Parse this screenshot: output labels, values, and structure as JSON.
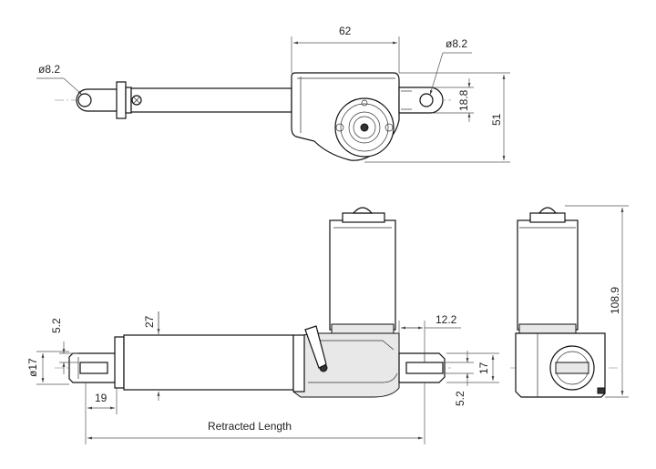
{
  "top_view": {
    "dims": {
      "overall_length_label": "62",
      "rear_hole_label": "ø8.2",
      "front_hole_label": "ø8.2",
      "clevis_height_label": "18.8",
      "total_height_label": "51"
    }
  },
  "side_view": {
    "dims": {
      "rod_width_label": "5.2",
      "rod_dia_label": "ø17",
      "rod_end_label": "19",
      "tube_height_label": "27",
      "clevis_length_label": "12.2",
      "clevis_width_label": "17",
      "slot_label": "5.2",
      "retracted_label": "Retracted Length"
    }
  },
  "end_view": {
    "dims": {
      "height_label": "108.9"
    }
  }
}
